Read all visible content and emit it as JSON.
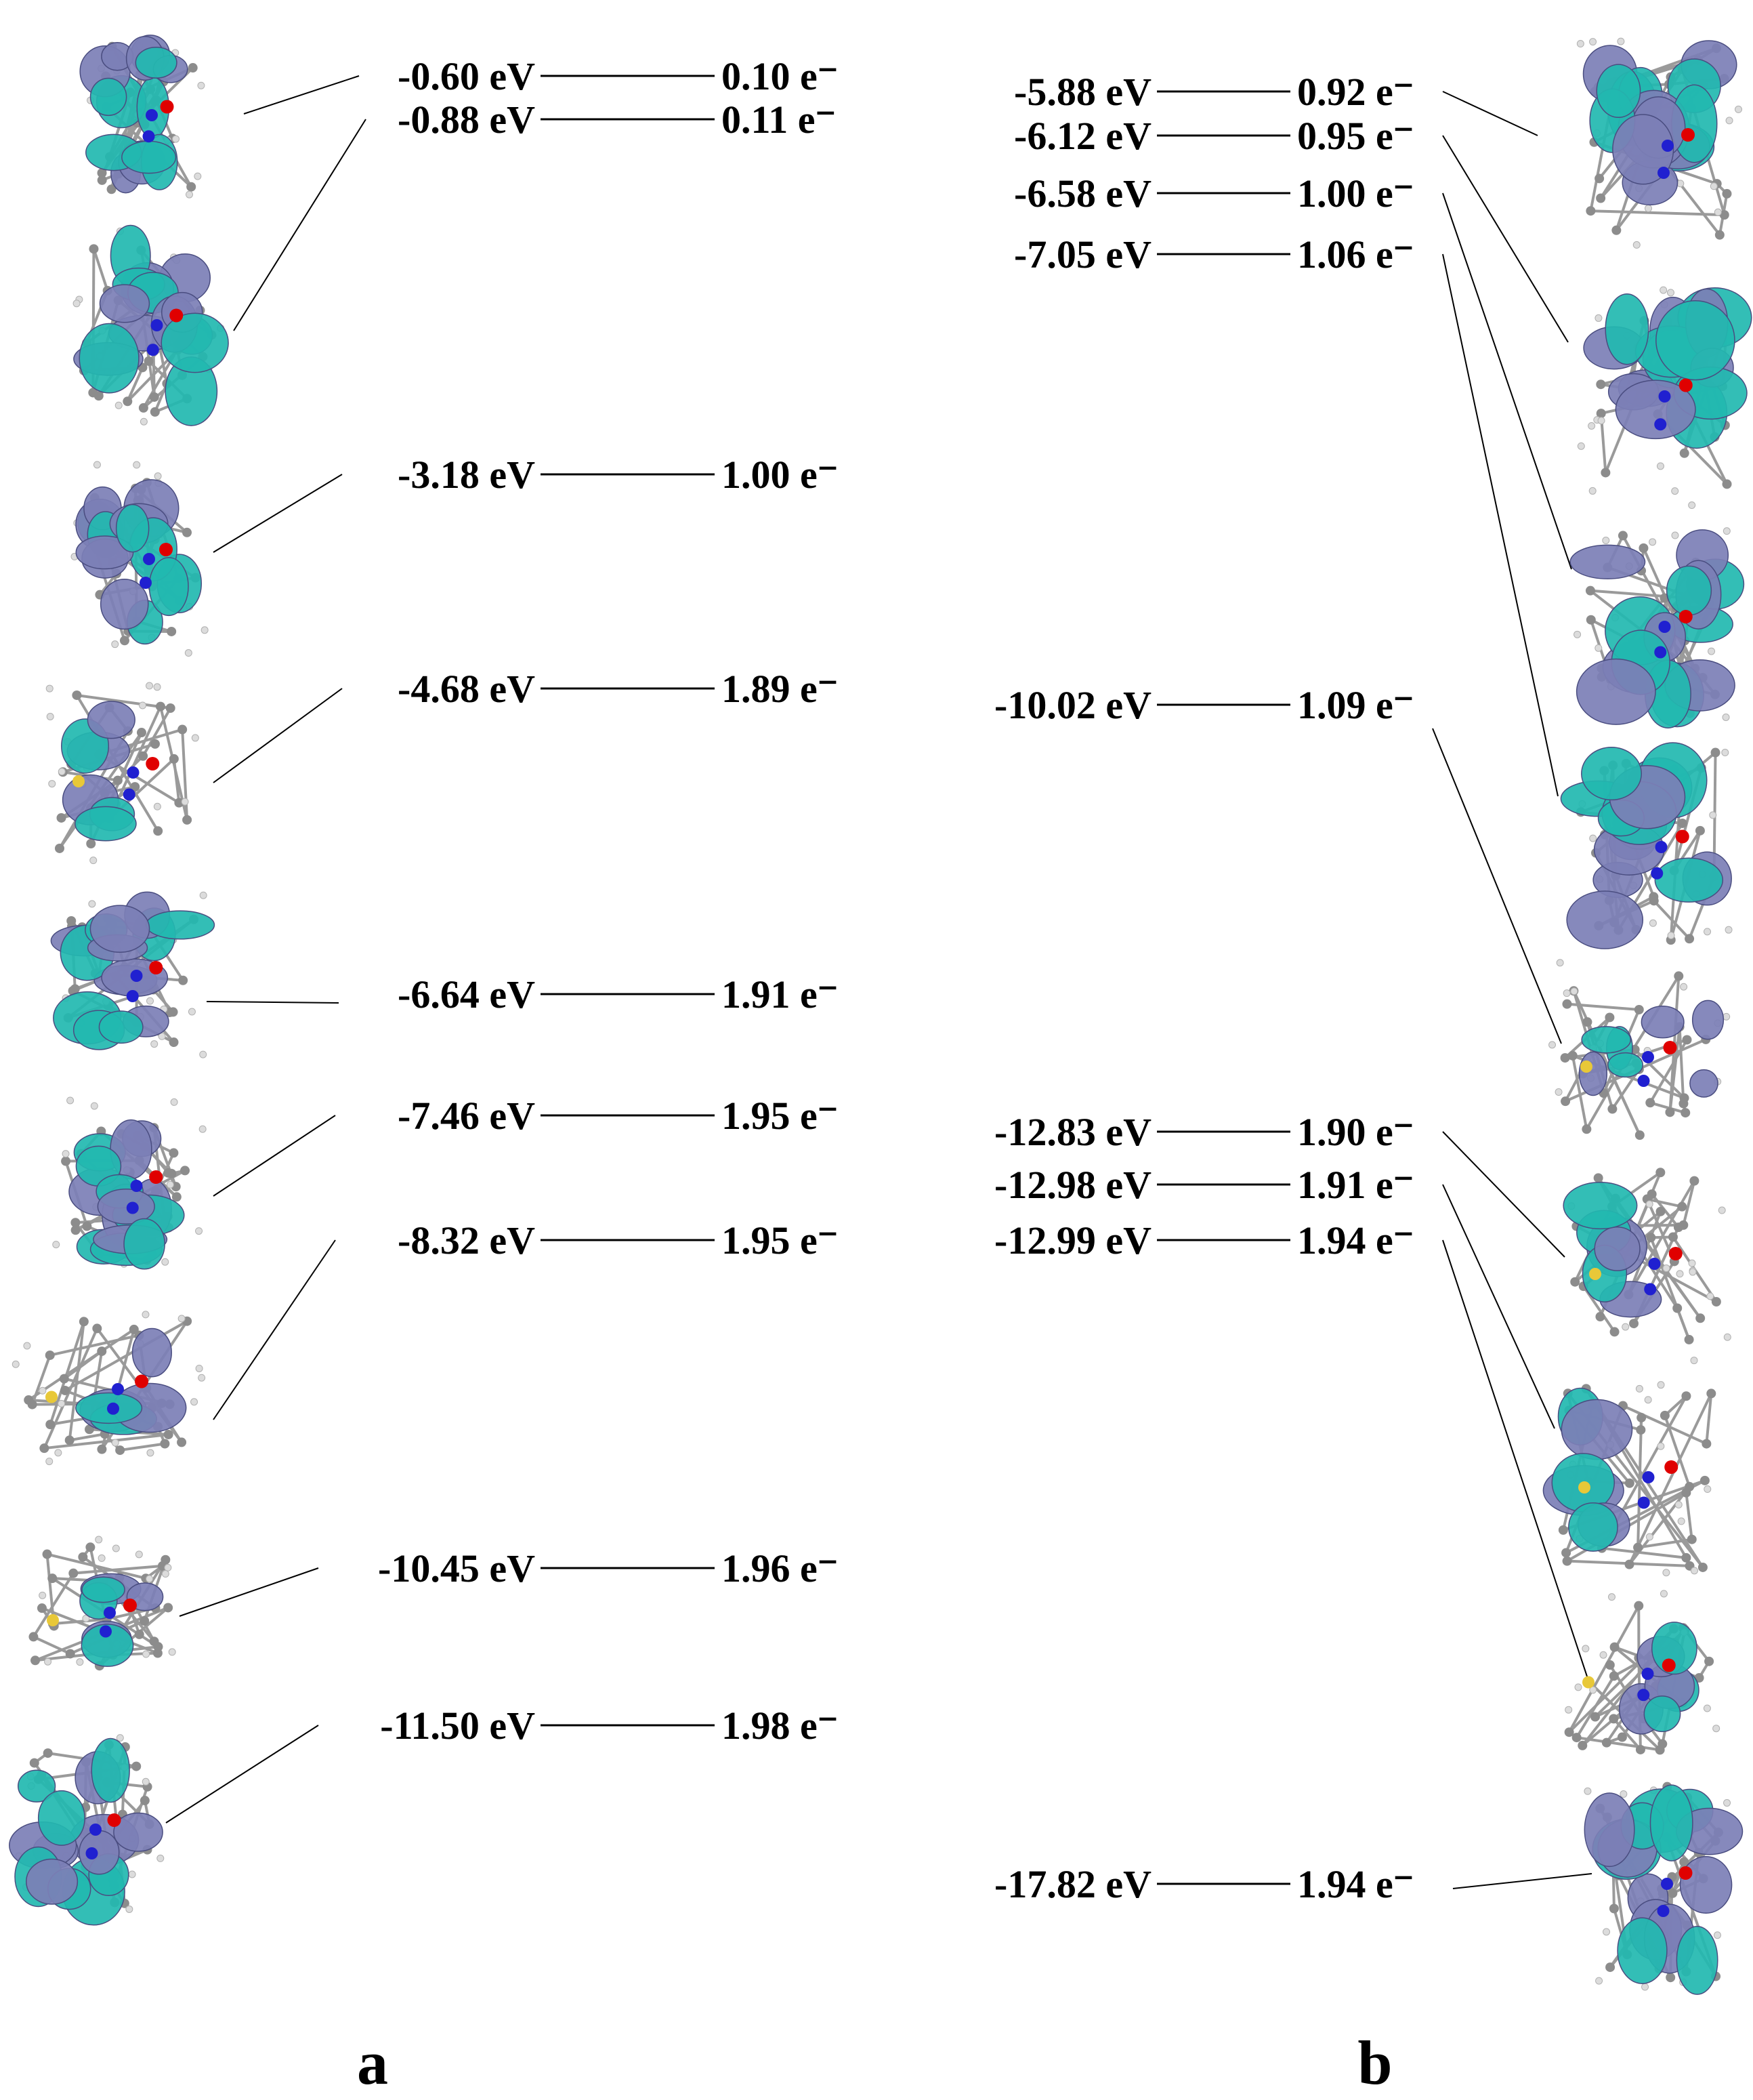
{
  "colors": {
    "lobe_a": "#7c7fb6",
    "lobe_b": "#22b8b0",
    "carbon": "#8c8c8c",
    "hydrogen": "#dcdcdc",
    "nitrogen": "#2020d0",
    "oxygen": "#e00000",
    "sulfur": "#e8c838",
    "line": "#000000"
  },
  "panels": [
    {
      "id": "a",
      "label": "a",
      "orbitals": [
        {
          "energy": "-0.60 eV",
          "occupancy": "0.10 e⁻"
        },
        {
          "energy": "-0.88 eV",
          "occupancy": "0.11 e⁻"
        },
        {
          "energy": "-3.18 eV",
          "occupancy": "1.00 e⁻"
        },
        {
          "energy": "-4.68 eV",
          "occupancy": "1.89 e⁻"
        },
        {
          "energy": "-6.64 eV",
          "occupancy": "1.91 e⁻"
        },
        {
          "energy": "-7.46 eV",
          "occupancy": "1.95 e⁻"
        },
        {
          "energy": "-8.32 eV",
          "occupancy": "1.95 e⁻"
        },
        {
          "energy": "-10.45 eV",
          "occupancy": "1.96 e⁻"
        },
        {
          "energy": "-11.50 eV",
          "occupancy": "1.98 e⁻"
        }
      ]
    },
    {
      "id": "b",
      "label": "b",
      "orbitals": [
        {
          "energy": "-5.88 eV",
          "occupancy": "0.92 e⁻"
        },
        {
          "energy": "-6.12 eV",
          "occupancy": "0.95 e⁻"
        },
        {
          "energy": "-6.58 eV",
          "occupancy": "1.00 e⁻"
        },
        {
          "energy": "-7.05 eV",
          "occupancy": "1.06 e⁻"
        },
        {
          "energy": "-10.02 eV",
          "occupancy": "1.09 e⁻"
        },
        {
          "energy": "-12.83 eV",
          "occupancy": "1.90 e⁻"
        },
        {
          "energy": "-12.98 eV",
          "occupancy": "1.91 e⁻"
        },
        {
          "energy": "-12.99 eV",
          "occupancy": "1.94 e⁻"
        },
        {
          "energy": "-17.82 eV",
          "occupancy": "1.94 e⁻"
        }
      ]
    }
  ]
}
